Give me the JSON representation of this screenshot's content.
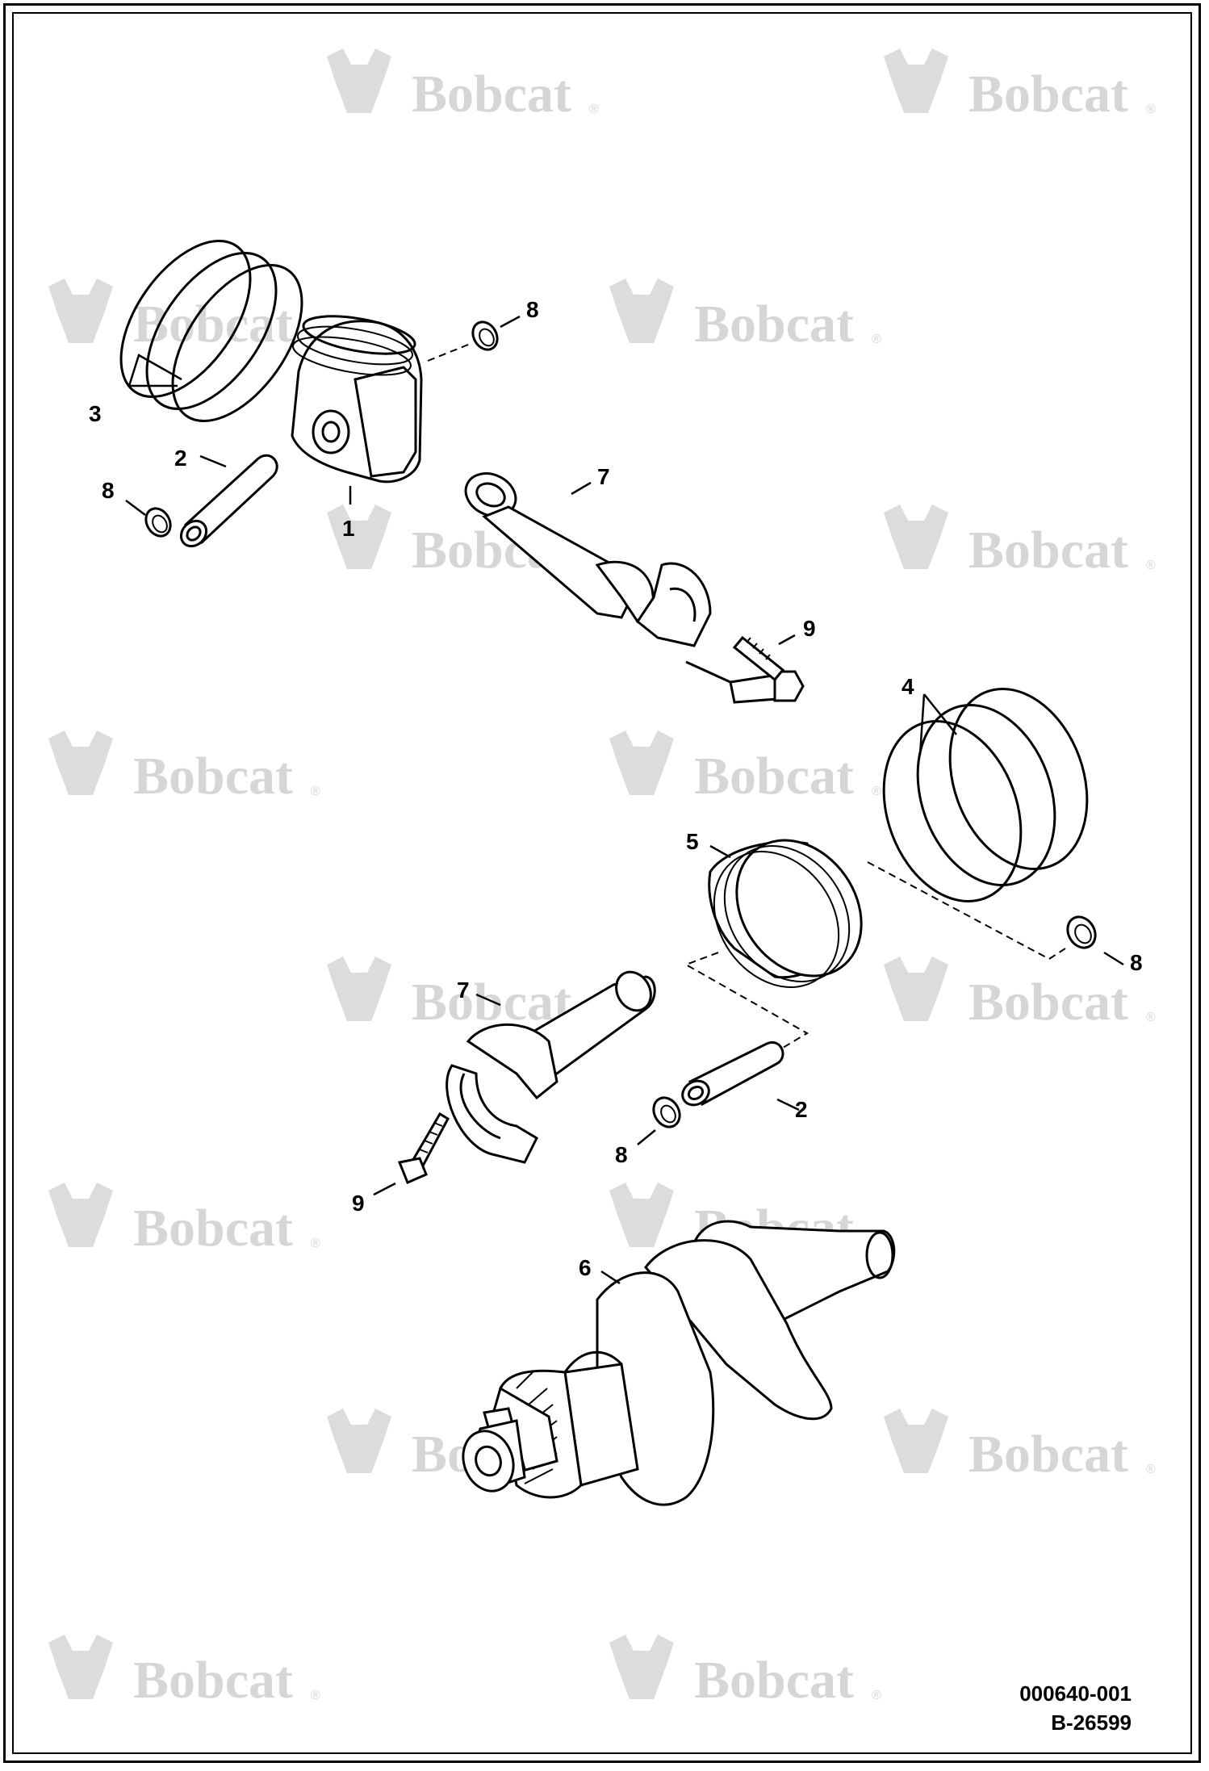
{
  "diagram": {
    "watermark": "Bobcat",
    "watermark_mark": "®",
    "callouts": {
      "c1": "1",
      "c2a": "2",
      "c2b": "2",
      "c3": "3",
      "c4": "4",
      "c5": "5",
      "c6": "6",
      "c7a": "7",
      "c7b": "7",
      "c8a": "8",
      "c8b": "8",
      "c8c": "8",
      "c8d": "8",
      "c9a": "9",
      "c9b": "9"
    },
    "reference": {
      "drawing_number": "000640-001",
      "figure_code": "B-26599"
    }
  },
  "colors": {
    "line": "#000000",
    "watermark": "#d6d6d6",
    "background": "#ffffff"
  }
}
